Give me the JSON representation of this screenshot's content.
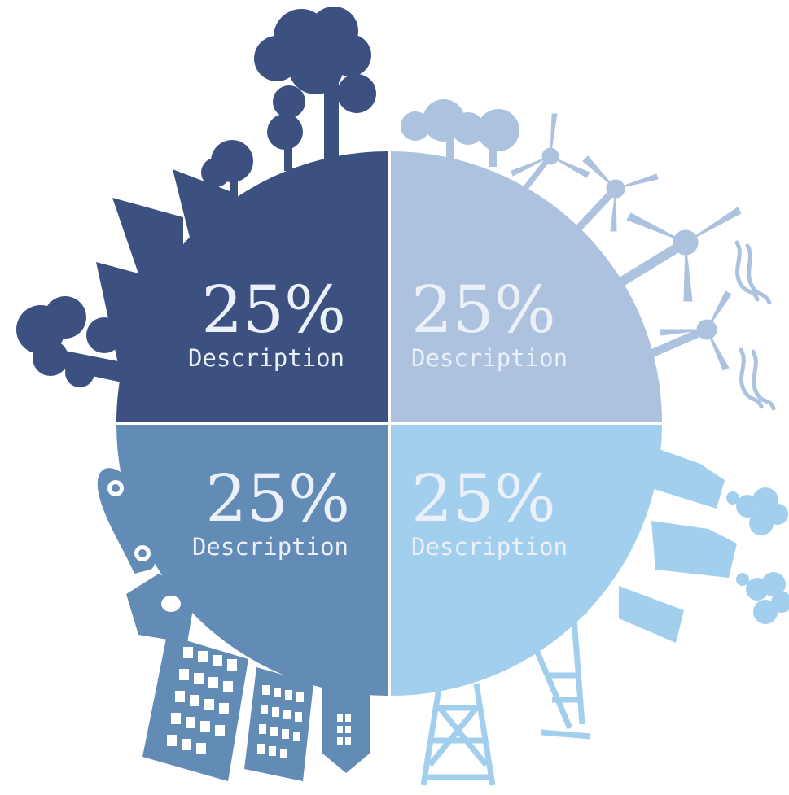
{
  "quadrants": [
    {
      "id": "nature",
      "value": "25%",
      "label": "Description",
      "color": "#3d5181",
      "text_color": "#ecf0f8"
    },
    {
      "id": "wind",
      "value": "25%",
      "label": "Description",
      "color": "#adc2de",
      "text_color": "#ecf0f8"
    },
    {
      "id": "city",
      "value": "25%",
      "label": "Description",
      "color": "#628bb6",
      "text_color": "#ecf0f8"
    },
    {
      "id": "industry",
      "value": "25%",
      "label": "Description",
      "color": "#a3cfee",
      "text_color": "#ecf0f8"
    }
  ],
  "icons": [
    "tree-icon",
    "factory-icon",
    "wind-turbine-icon",
    "wind-waves-icon",
    "car-icon",
    "building-icon",
    "smokestack-icon",
    "smoke-cloud-icon",
    "power-pylon-icon",
    "oil-pump-icon"
  ]
}
